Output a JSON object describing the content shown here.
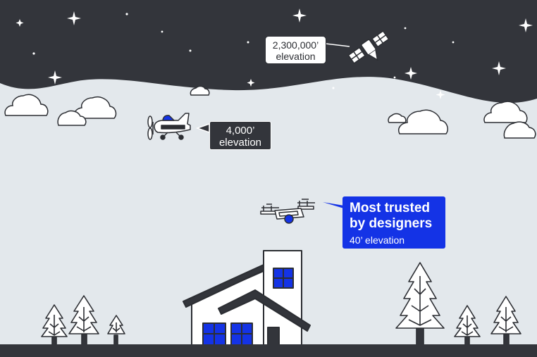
{
  "satellite_callout": {
    "value": "2,300,000’",
    "unit": "elevation"
  },
  "plane_callout": {
    "value": "4,000’",
    "unit": "elevation"
  },
  "drone_callout": {
    "headline_line1": "Most trusted",
    "headline_line2": "by designers",
    "value": "40’ elevation"
  },
  "icons": [
    "satellite-icon",
    "airplane-icon",
    "drone-icon",
    "house-icon",
    "pine-tree-icon",
    "cloud-icon",
    "star-icon"
  ],
  "colors": {
    "sky_night": "#33353b",
    "sky_day": "#e3e8ec",
    "accent": "#1433e6",
    "outline": "#2c2e33",
    "white": "#ffffff"
  }
}
